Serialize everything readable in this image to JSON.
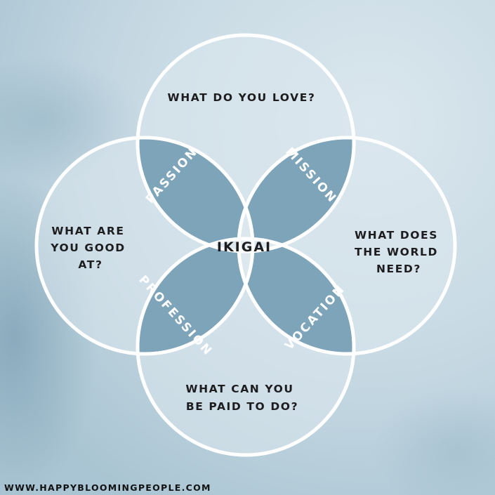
{
  "diagram": {
    "questions": {
      "love": "WHAT DO YOU LOVE?",
      "good_at": [
        "WHAT ARE",
        "YOU GOOD",
        "AT?"
      ],
      "world_needs": [
        "WHAT DOES",
        "THE WORLD",
        "NEED?"
      ],
      "paid_for": [
        "WHAT CAN YOU",
        "BE PAID TO DO?"
      ]
    },
    "overlaps": {
      "passion": "PASSION",
      "mission": "MISSION",
      "profession": "PROFESSION",
      "vocation": "VOCATION"
    },
    "center": "IKIGAI"
  },
  "footer": {
    "url": "WWW.HAPPYBLOOMINGPEOPLE.COM"
  },
  "colors": {
    "background": "#c9dbe4",
    "circle_fill": "#dde8ee",
    "overlap_fill": "#7ea4b9",
    "center_fill": "#e7eff3",
    "outline": "#ffffff",
    "text": "#1d1d1f"
  }
}
